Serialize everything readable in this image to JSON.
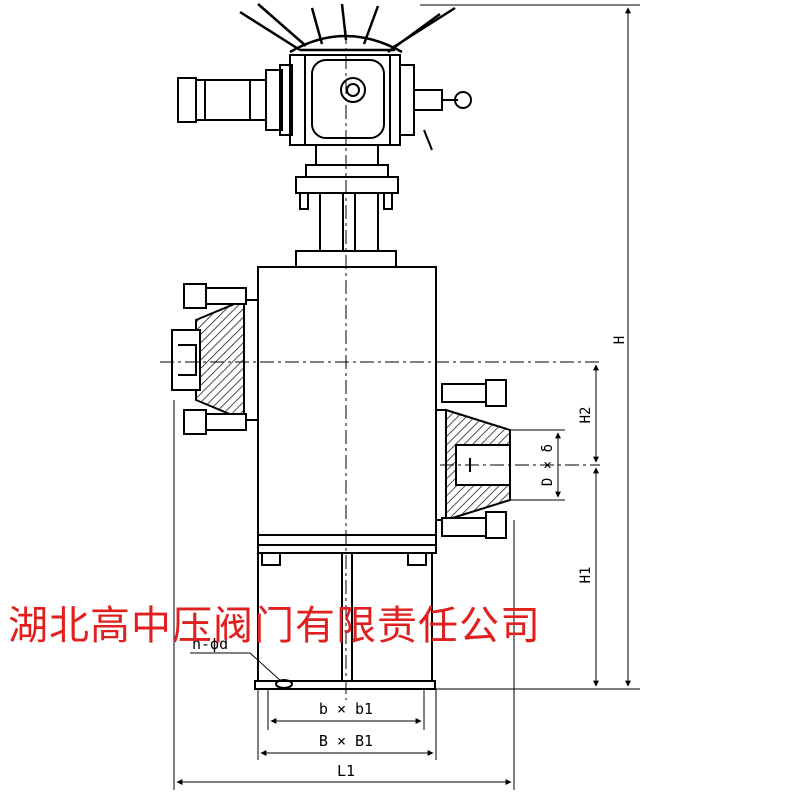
{
  "labels": {
    "H": "H",
    "H1": "H1",
    "H2": "H2",
    "D_delta": "D × δ",
    "n_phi_d": "n-ϕd",
    "b_b1": "b × b1",
    "B_B1": "B × B1",
    "L1": "L1"
  },
  "watermark": "湖北高中压阀门有限责任公司",
  "colors": {
    "line": "#000000",
    "watermark": "#e11f1f"
  }
}
